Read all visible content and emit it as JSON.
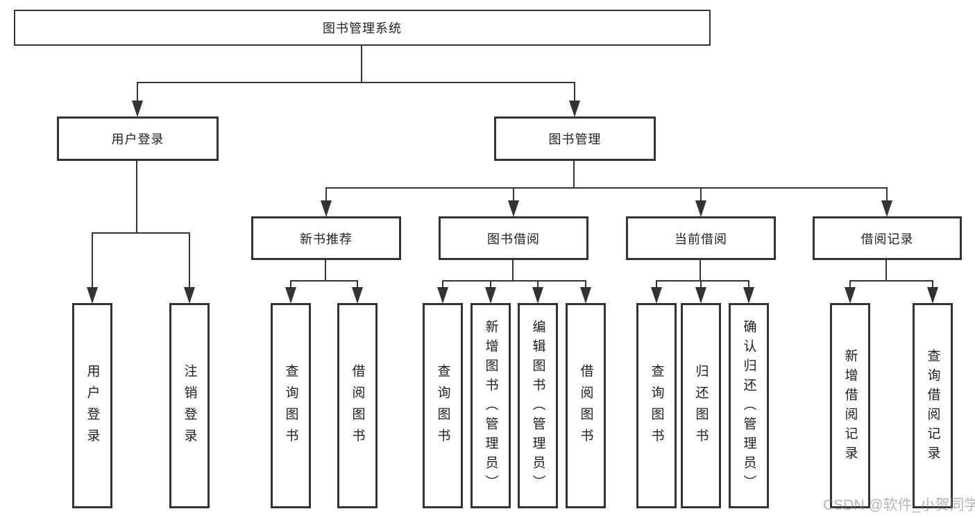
{
  "diagram": {
    "title": "图书管理系统",
    "colors": {
      "line": "#333333",
      "text": "#1f1f1f",
      "background": "#ffffff",
      "watermark": "#b0b0b0"
    },
    "root": {
      "label": "图书管理系统"
    },
    "level2": [
      {
        "label": "用户登录"
      },
      {
        "label": "图书管理"
      }
    ],
    "level3": [
      {
        "label": "新书推荐"
      },
      {
        "label": "图书借阅"
      },
      {
        "label": "当前借阅"
      },
      {
        "label": "借阅记录"
      }
    ],
    "leaves": [
      {
        "label": "用户登录",
        "parent": "用户登录"
      },
      {
        "label": "注销登录",
        "parent": "用户登录"
      },
      {
        "label": "查询图书",
        "parent": "新书推荐"
      },
      {
        "label": "借阅图书",
        "parent": "新书推荐"
      },
      {
        "label": "查询图书",
        "parent": "图书借阅"
      },
      {
        "label": "新增图书（管理员）",
        "parent": "图书借阅"
      },
      {
        "label": "编辑图书（管理员）",
        "parent": "图书借阅"
      },
      {
        "label": "借阅图书",
        "parent": "图书借阅"
      },
      {
        "label": "查询图书",
        "parent": "当前借阅"
      },
      {
        "label": "归还图书",
        "parent": "当前借阅"
      },
      {
        "label": "确认归还（管理员）",
        "parent": "当前借阅"
      },
      {
        "label": "新增借阅记录",
        "parent": "借阅记录"
      },
      {
        "label": "查询借阅记录",
        "parent": "借阅记录"
      }
    ]
  },
  "watermark": {
    "text": "CSDN @软件_小贺同学"
  }
}
